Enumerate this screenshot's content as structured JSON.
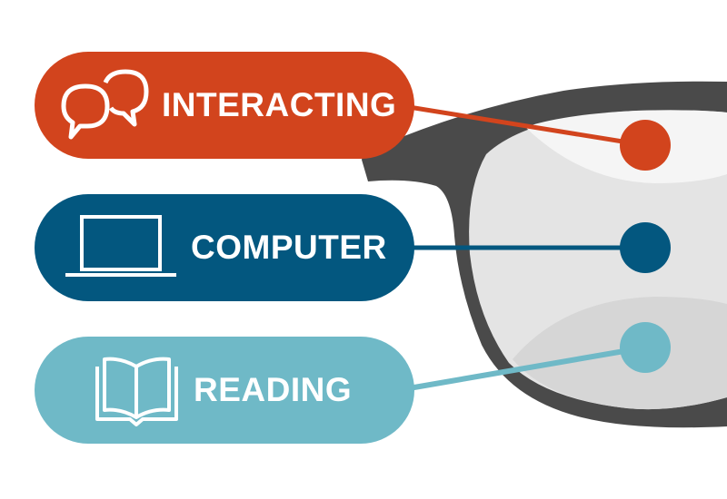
{
  "colors": {
    "interacting": "#d2441d",
    "computer": "#03577f",
    "reading": "#6fb9c7",
    "frame": "#4a4a4a",
    "lens": "#e4e4e4"
  },
  "zones": [
    {
      "label": "INTERACTING",
      "icon": "speech-bubbles-icon"
    },
    {
      "label": "COMPUTER",
      "icon": "laptop-icon"
    },
    {
      "label": "READING",
      "icon": "open-book-icon"
    }
  ]
}
